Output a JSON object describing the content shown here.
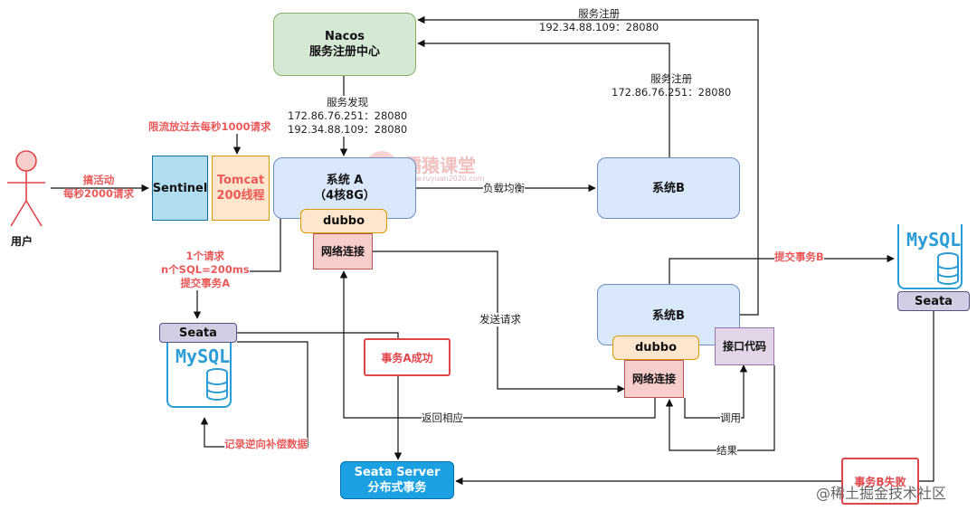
{
  "user": {
    "label": "用户"
  },
  "nacos": {
    "title": "Nacos",
    "subtitle": "服务注册中心"
  },
  "sentinel": {
    "label": "Sentinel"
  },
  "tomcat": {
    "line1": "Tomcat",
    "line2": "200线程"
  },
  "system_a": {
    "line1": "系统 A",
    "line2": "（4核8G）",
    "dubbo": "dubbo",
    "network": "网络连接"
  },
  "system_b_top": {
    "label": "系统B"
  },
  "system_b_bottom": {
    "label": "系统B",
    "dubbo": "dubbo",
    "network": "网络连接",
    "api_code": "接口代码"
  },
  "seata_left": {
    "label": "Seata",
    "mysql": "MySQL"
  },
  "seata_right": {
    "label": "Seata",
    "mysql": "MySQL"
  },
  "seata_server": {
    "line1": "Seata Server",
    "line2": "分布式事务"
  },
  "labels": {
    "registry_top_1": "服务注册",
    "registry_top_2": "192.34.88.109：28080",
    "registry_mid_1": "服务注册",
    "registry_mid_2": "172.86.76.251：28080",
    "discovery_1": "服务发现",
    "discovery_2": "172.86.76.251：28080",
    "discovery_3": "192.34.88.109：28080",
    "rate_limit": "限流放过去每秒1000请求",
    "promo_1": "搞活动",
    "promo_2": "每秒2000请求",
    "load_balance": "负载均衡",
    "req_1": "1个请求",
    "req_2": "n个SQL=200ms",
    "req_3": "提交事务A",
    "send_request": "发送请求",
    "commit_b": "提交事务B",
    "return_response": "返回相应",
    "call": "调用",
    "result": "结果",
    "reverse_comp": "记录逆向补偿数据",
    "tx_a_success": "事务A成功",
    "tx_b_fail": "事务B失败",
    "watermark_brand": "儒猿课堂",
    "watermark_url": "www.ruyuan2020.com",
    "footer": "@稀土掘金技术社区"
  },
  "colors": {
    "nacos_fill": "#d5e8d4",
    "nacos_border": "#82b366",
    "system_fill": "#dae8fc",
    "system_border": "#6c8ebf",
    "sentinel_fill": "#b1ddf0",
    "sentinel_border": "#10739e",
    "tomcat_fill": "#ffe6cc",
    "tomcat_border": "#d79b00",
    "dubbo_fill": "#ffe6cc",
    "dubbo_border": "#d79b00",
    "network_fill": "#f8cecc",
    "network_border": "#b85450",
    "seata_fill": "#d0cee2",
    "seata_border": "#56517e",
    "server_fill": "#1ba1e2",
    "red_text": "#ea5a5a",
    "mysql_blue": "#2a9cd6"
  }
}
